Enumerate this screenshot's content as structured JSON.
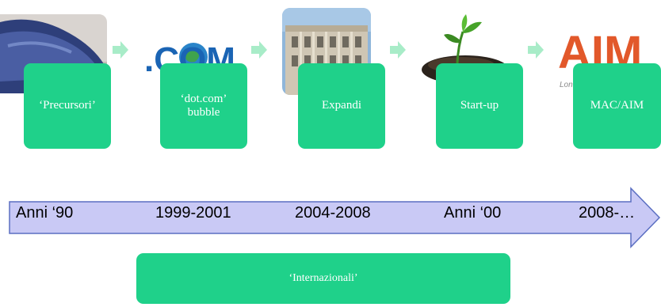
{
  "steps": [
    {
      "label": "‘Precursori’",
      "image_icon": "shoe-photo"
    },
    {
      "label": "‘dot.com’ bubble",
      "image_icon": "dotcom-globe-logo"
    },
    {
      "label": "Expandi",
      "image_icon": "stock-exchange-building-photo"
    },
    {
      "label": "Start-up",
      "image_icon": "seedling-photo"
    },
    {
      "label": "MAC/AIM",
      "image_icon": "aim-logo"
    }
  ],
  "logos": {
    "dotcom": ".COM",
    "aim": "AIM",
    "aim_sub": "Lon"
  },
  "timeline": {
    "labels": [
      "Anni ‘90",
      "1999-2001",
      "2004-2008",
      "Anni ‘00",
      "2008-…"
    ],
    "arrow_color": "#c9c9f5"
  },
  "bottom_box": {
    "label": "‘Internazionali’"
  },
  "colors": {
    "box": "#1fd18a",
    "chevron": "#a8ecc8"
  }
}
